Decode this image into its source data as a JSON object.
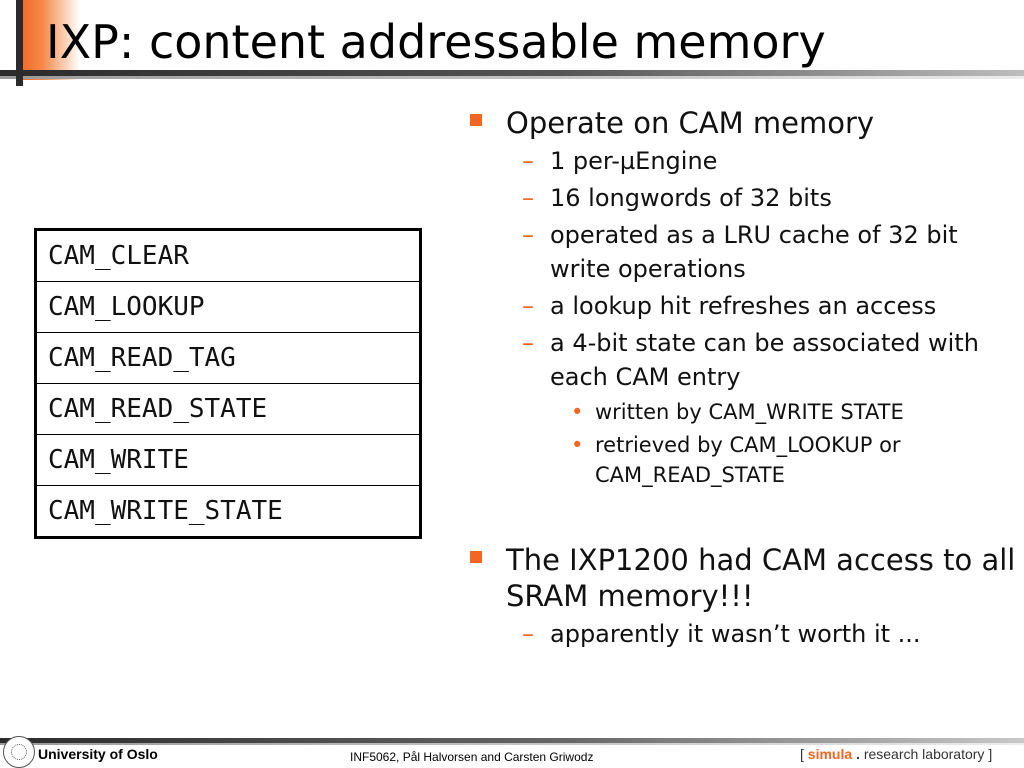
{
  "title": "IXP: content addressable memory",
  "cam_table": [
    "CAM_CLEAR",
    "CAM_LOOKUP",
    "CAM_READ_TAG",
    "CAM_READ_STATE",
    "CAM_WRITE",
    "CAM_WRITE_STATE"
  ],
  "bullets": {
    "b1": "Operate on CAM memory",
    "b1_sub1": "1 per-µEngine",
    "b1_sub2": "16 longwords of 32 bits",
    "b1_sub3": "operated as a LRU cache of 32 bit write operations",
    "b1_sub4": "a lookup hit refreshes an access",
    "b1_sub5": "a 4-bit state can be associated with each CAM entry",
    "b1_sub5_a": "written by CAM_WRITE STATE",
    "b1_sub5_b": "retrieved by CAM_LOOKUP or CAM_READ_STATE",
    "b2": "The IXP1200 had CAM access to all SRAM memory!!!",
    "b2_sub1": "apparently it wasn’t worth it ..."
  },
  "footer": {
    "university": "University of Oslo",
    "course": "INF5062, Pål Halvorsen and Carsten Griwodz",
    "lab_open": "[",
    "lab_simula": "simula",
    "lab_dot": ".",
    "lab_rest": "research laboratory",
    "lab_close": "]"
  },
  "colors": {
    "accent": "#f26522",
    "text": "#111111"
  }
}
